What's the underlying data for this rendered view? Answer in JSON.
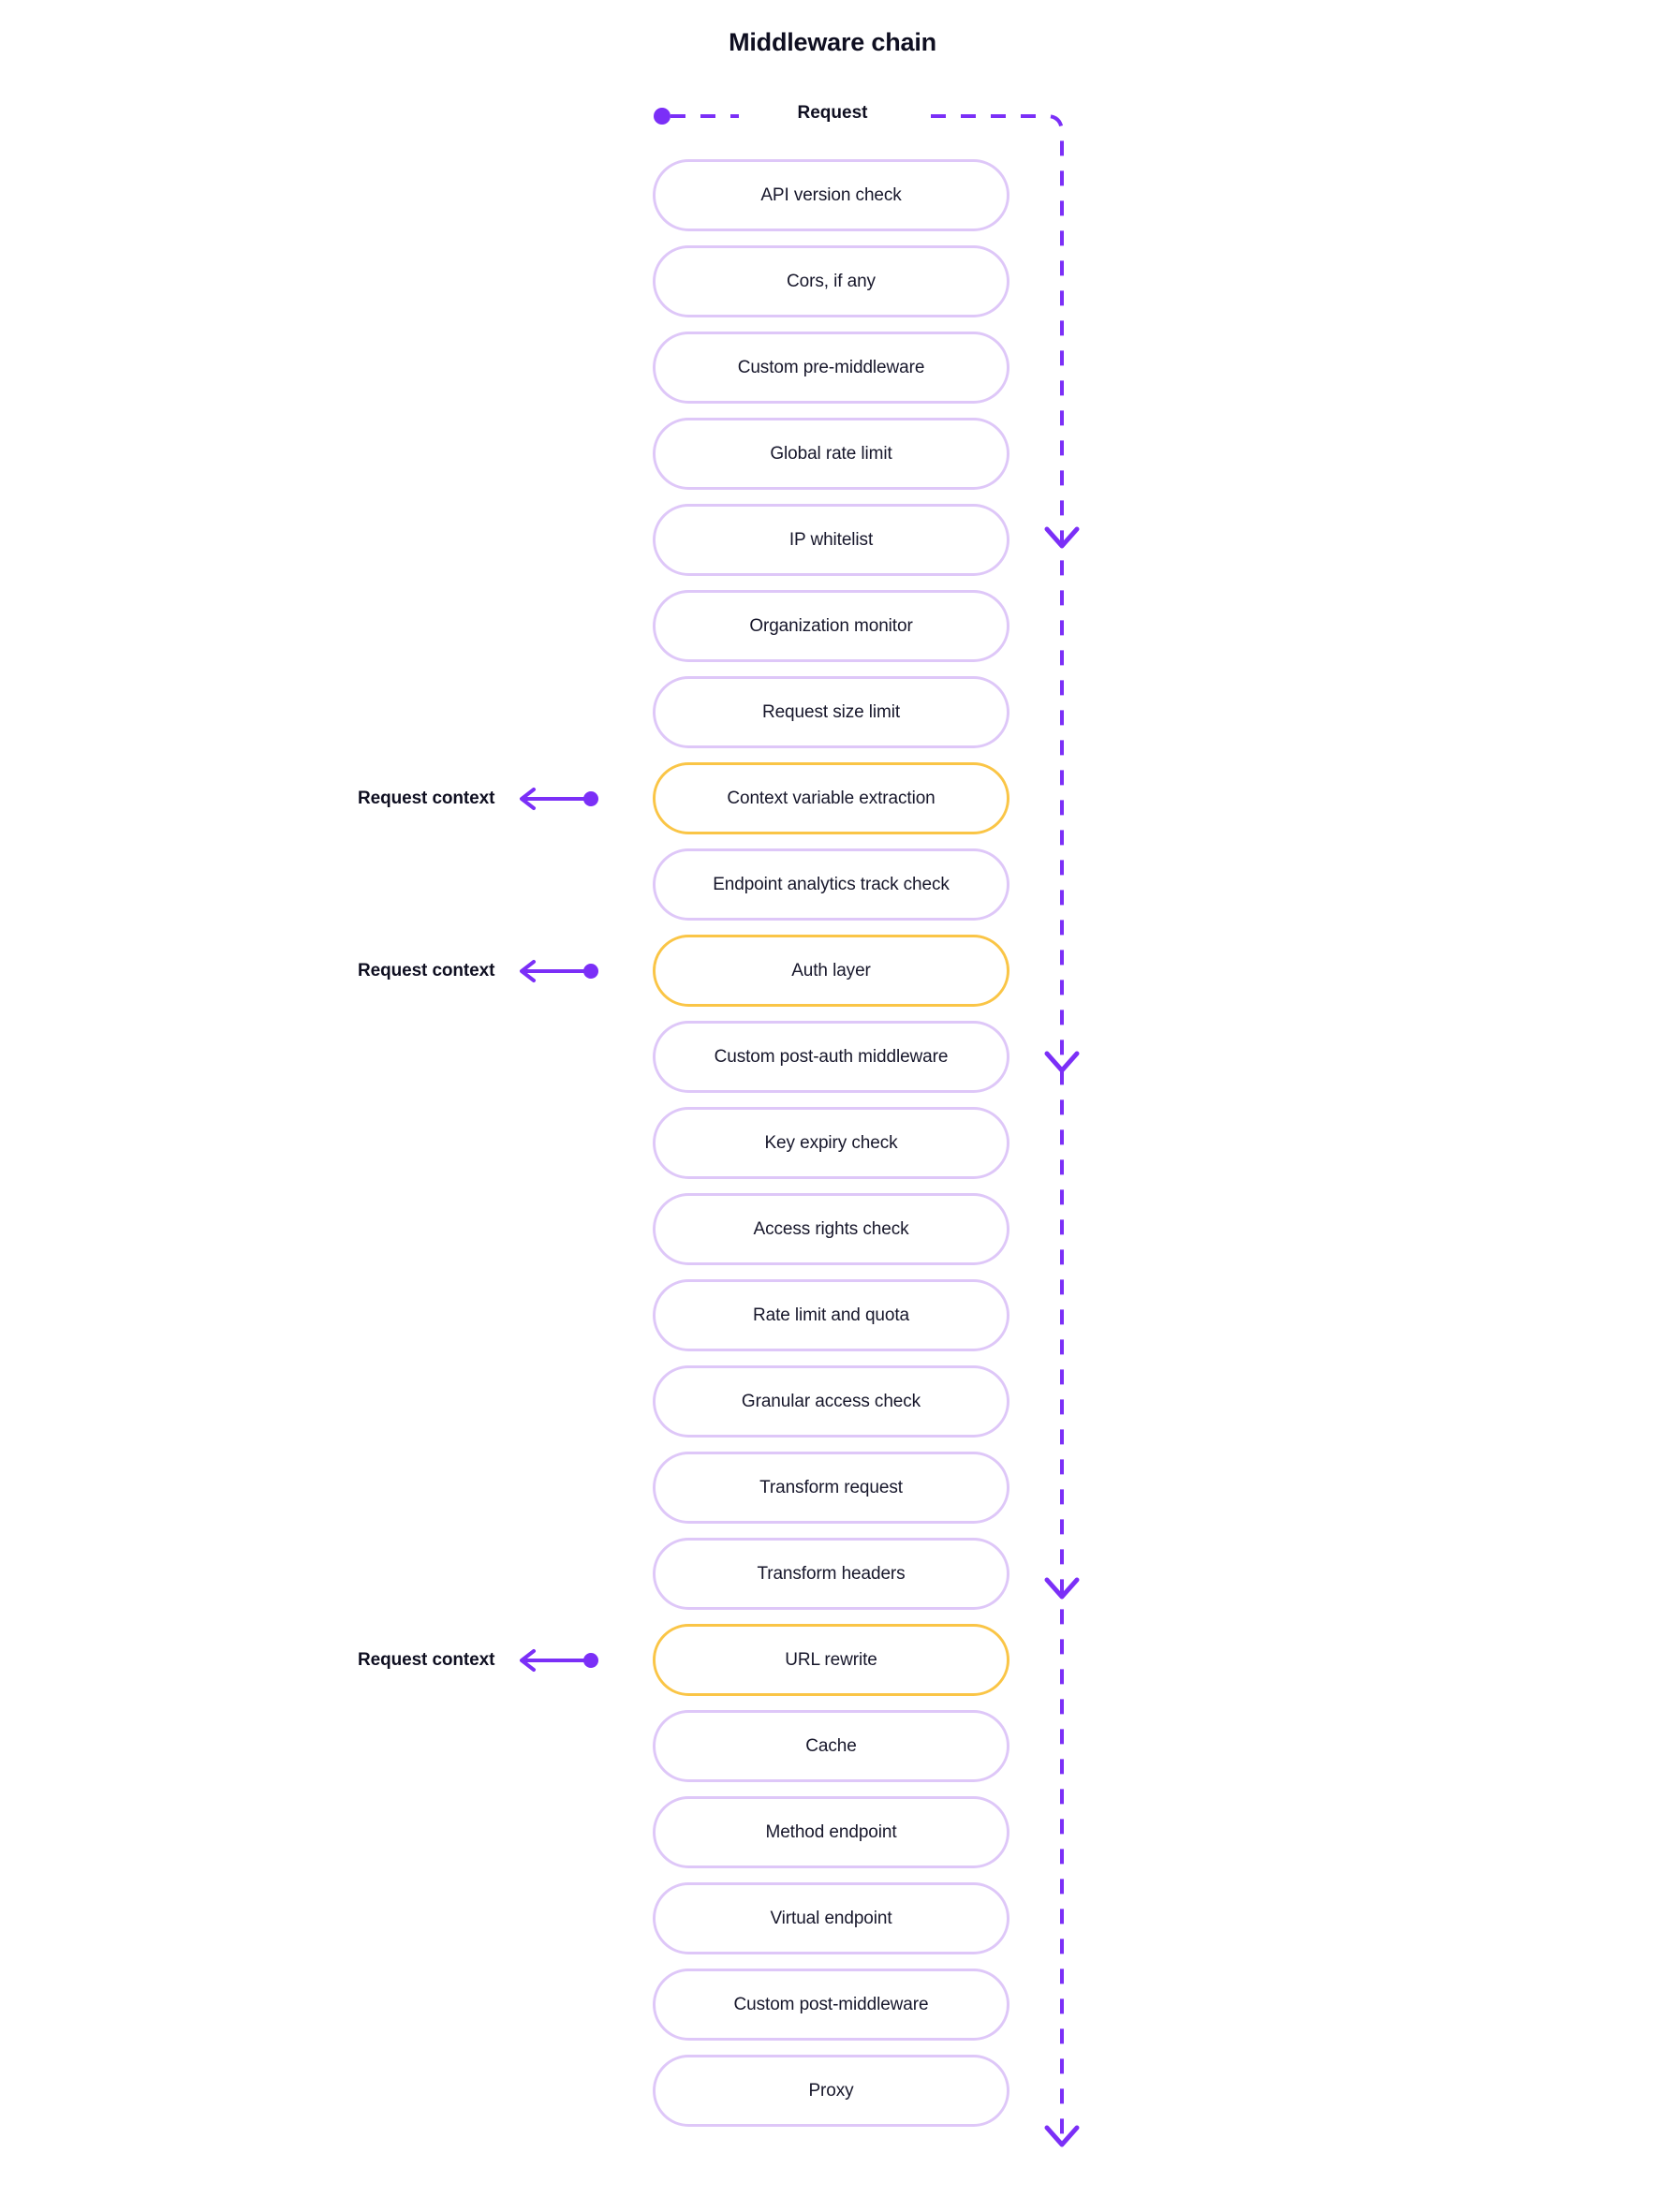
{
  "diagram": {
    "title": "Middleware chain",
    "entry_label": "Request",
    "colors": {
      "accent_purple": "#7b2ff7",
      "box_border_purple": "#dec7f8",
      "box_border_highlight": "#fac546",
      "text": "#17172b",
      "background": "#ffffff"
    }
  },
  "steps": [
    {
      "label": "API version check",
      "highlight": false
    },
    {
      "label": "Cors, if any",
      "highlight": false
    },
    {
      "label": "Custom pre-middleware",
      "highlight": false
    },
    {
      "label": "Global rate limit",
      "highlight": false
    },
    {
      "label": "IP whitelist",
      "highlight": false
    },
    {
      "label": "Organization monitor",
      "highlight": false
    },
    {
      "label": "Request size limit",
      "highlight": false
    },
    {
      "label": "Context variable extraction",
      "highlight": true
    },
    {
      "label": "Endpoint analytics track check",
      "highlight": false
    },
    {
      "label": "Auth layer",
      "highlight": true
    },
    {
      "label": "Custom post-auth middleware",
      "highlight": false
    },
    {
      "label": "Key expiry check",
      "highlight": false
    },
    {
      "label": "Access rights check",
      "highlight": false
    },
    {
      "label": "Rate limit and quota",
      "highlight": false
    },
    {
      "label": "Granular access check",
      "highlight": false
    },
    {
      "label": "Transform request",
      "highlight": false
    },
    {
      "label": "Transform headers",
      "highlight": false
    },
    {
      "label": "URL rewrite",
      "highlight": true
    },
    {
      "label": "Cache",
      "highlight": false
    },
    {
      "label": "Method endpoint",
      "highlight": false
    },
    {
      "label": "Virtual endpoint",
      "highlight": false
    },
    {
      "label": "Custom post-middleware",
      "highlight": false
    },
    {
      "label": "Proxy",
      "highlight": false
    }
  ],
  "annotations": [
    {
      "label": "Request context",
      "step_index": 7
    },
    {
      "label": "Request context",
      "step_index": 9
    },
    {
      "label": "Request context",
      "step_index": 17
    }
  ]
}
